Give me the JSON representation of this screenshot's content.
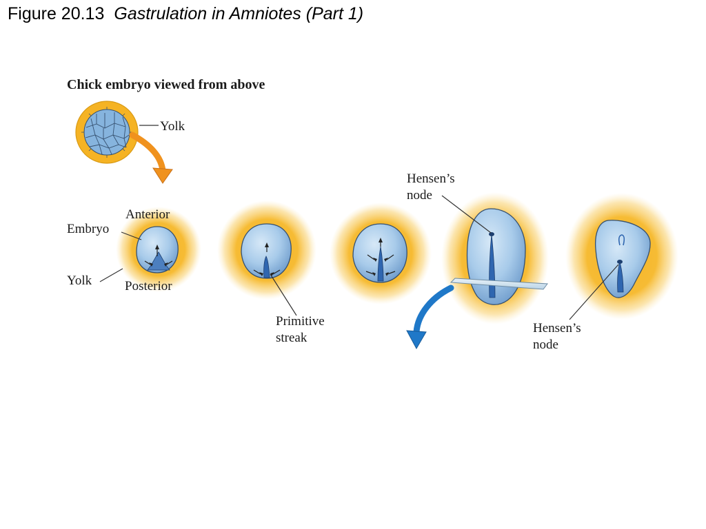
{
  "title": {
    "figure_number": "Figure 20.13",
    "figure_name": "Gastrulation in Amniotes (Part 1)"
  },
  "diagram": {
    "heading": "Chick embryo viewed from above",
    "labels": {
      "top_yolk": "Yolk",
      "anterior": "Anterior",
      "embryo": "Embryo",
      "yolk": "Yolk",
      "posterior": "Posterior",
      "primitive_streak_line1": "Primitive",
      "primitive_streak_line2": "streak",
      "hensens_node_top_line1": "Hensen’s",
      "hensens_node_top_line2": "node",
      "hensens_node_bottom_line1": "Hensen’s",
      "hensens_node_bottom_line2": "node"
    },
    "colors": {
      "yolk": "#f5b324",
      "embryo": "#9dc3e6",
      "streak": "#2f66b0",
      "orange_arrow": "#f0921e",
      "blue_arrow": "#1f78c8"
    }
  }
}
